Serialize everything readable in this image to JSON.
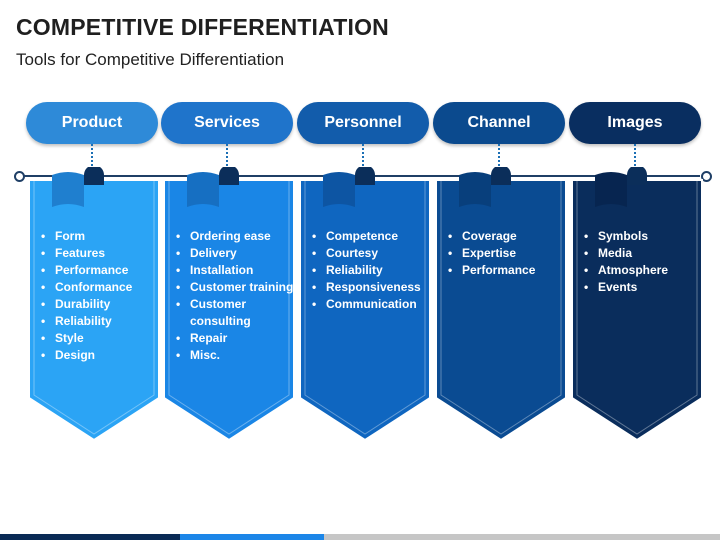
{
  "header": {
    "title": "COMPETITIVE DIFFERENTIATION",
    "subtitle": "Tools for Competitive Differentiation"
  },
  "columns": [
    {
      "label": "Product",
      "pill_color": "#2e8ad8",
      "banner_color": "#2ba4f5",
      "tab_color": "#1f7fcf",
      "items": [
        "Form",
        "Features",
        "Performance",
        "Conformance",
        "Durability",
        "Reliability",
        "Style",
        "Design"
      ]
    },
    {
      "label": "Services",
      "pill_color": "#1f74cb",
      "banner_color": "#1a86e6",
      "tab_color": "#166fc2",
      "items": [
        "Ordering ease",
        "Delivery",
        "Installation",
        "Customer training",
        "Customer consulting",
        "Repair",
        "Misc."
      ]
    },
    {
      "label": "Personnel",
      "pill_color": "#125cab",
      "banner_color": "#0f66c0",
      "tab_color": "#0d55a3",
      "items": [
        "Competence",
        "Courtesy",
        "Reliability",
        "Responsiveness",
        "Communication"
      ]
    },
    {
      "label": "Channel",
      "pill_color": "#0b4a8e",
      "banner_color": "#0a4b92",
      "tab_color": "#083f7c",
      "items": [
        "Coverage",
        "Expertise",
        "Performance"
      ]
    },
    {
      "label": "Images",
      "pill_color": "#092e60",
      "banner_color": "#0a2d5c",
      "tab_color": "#072550",
      "items": [
        "Symbols",
        "Media",
        "Atmosphere",
        "Events"
      ]
    }
  ]
}
